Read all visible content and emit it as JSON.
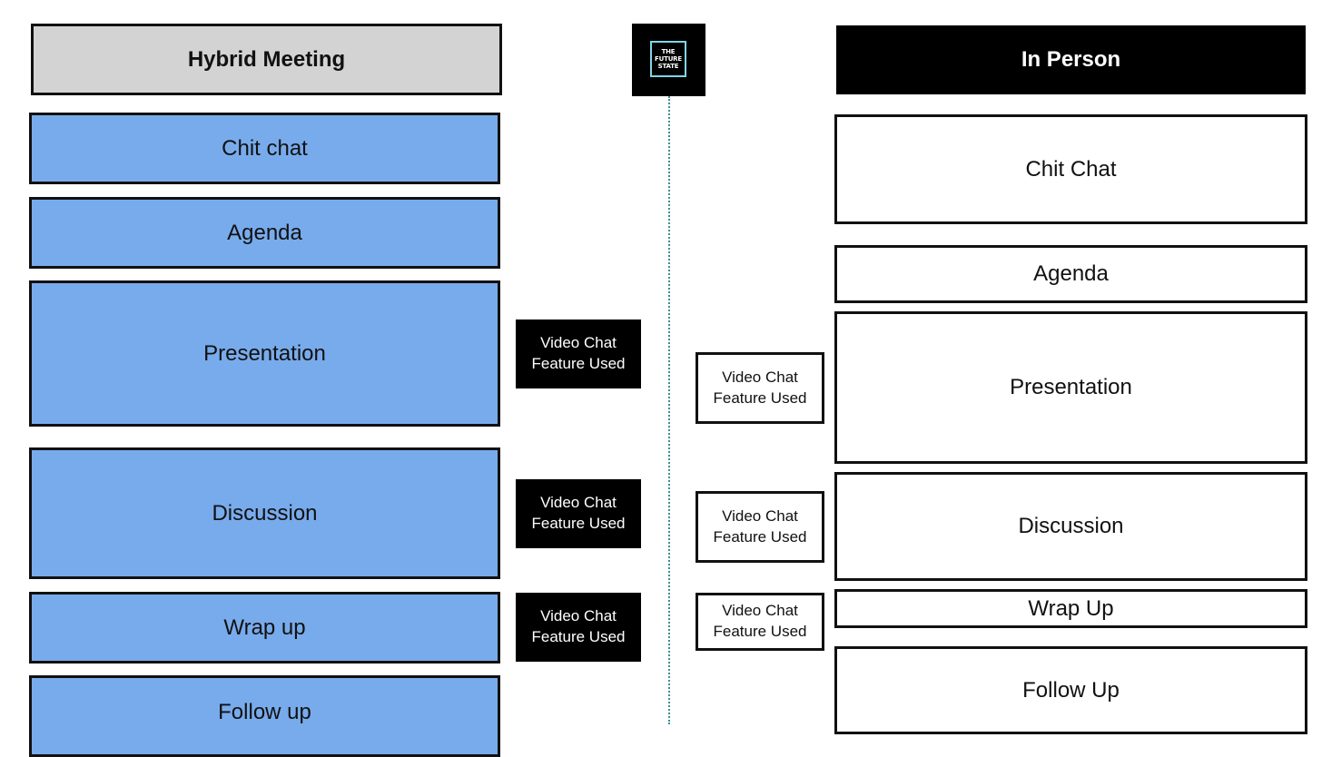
{
  "hybrid": {
    "title": "Hybrid Meeting",
    "segments": [
      "Chit chat",
      "Agenda",
      "Presentation",
      "Discussion",
      "Wrap up",
      "Follow up"
    ],
    "video_tags": [
      "Video Chat\nFeature Used",
      "Video Chat\nFeature Used",
      "Video Chat\nFeature Used"
    ]
  },
  "in_person": {
    "title": "In Person",
    "segments": [
      "Chit Chat",
      "Agenda",
      "Presentation",
      "Discussion",
      "Wrap Up",
      "Follow Up"
    ],
    "video_tags": [
      "Video Chat\nFeature Used",
      "Video Chat\nFeature Used",
      "Video Chat\nFeature Used"
    ]
  },
  "logo": {
    "line1": "THE",
    "line2": "FUTURE",
    "line3": "STATE"
  },
  "colors": {
    "hybrid_segment": "#78abec",
    "hybrid_header": "#d3d3d3",
    "in_person_header": "#000000",
    "divider": "#3f8f93",
    "logo_frame": "#7fd6e6"
  }
}
